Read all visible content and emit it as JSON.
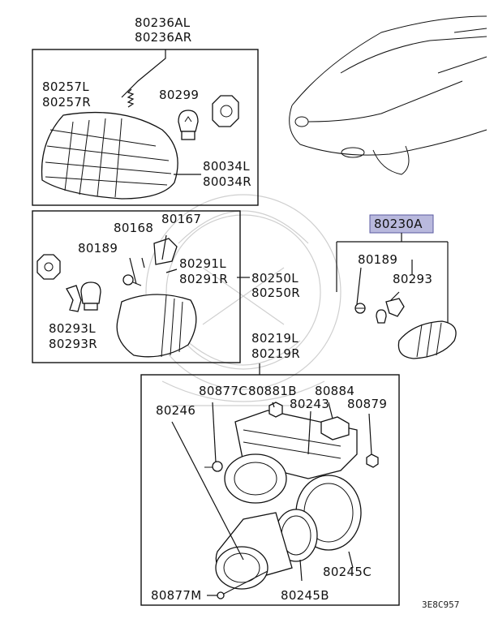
{
  "labels": {
    "p80236AL": "80236AL",
    "p80236AR": "80236AR",
    "p80257L": "80257L",
    "p80257R": "80257R",
    "p80299": "80299",
    "p80034L": "80034L",
    "p80034R": "80034R",
    "p80168": "80168",
    "p80167": "80167",
    "p80189_left": "80189",
    "p80291L": "80291L",
    "p80291R": "80291R",
    "p80250L": "80250L",
    "p80250R": "80250R",
    "p80293L": "80293L",
    "p80293R": "80293R",
    "p80230A": "80230A",
    "p80189_right": "80189",
    "p80293": "80293",
    "p80219L": "80219L",
    "p80219R": "80219R",
    "p80877C": "80877C",
    "p80881B": "80881B",
    "p80884": "80884",
    "p80246": "80246",
    "p80243": "80243",
    "p80879": "80879",
    "p80245C": "80245C",
    "p80877M": "80877M",
    "p80245B": "80245B"
  },
  "diagram_code": "3E8C957",
  "colors": {
    "highlight_fill": "#b9b9dd",
    "highlight_border": "#5a5aa0",
    "watermark": "#cfcfcf"
  }
}
